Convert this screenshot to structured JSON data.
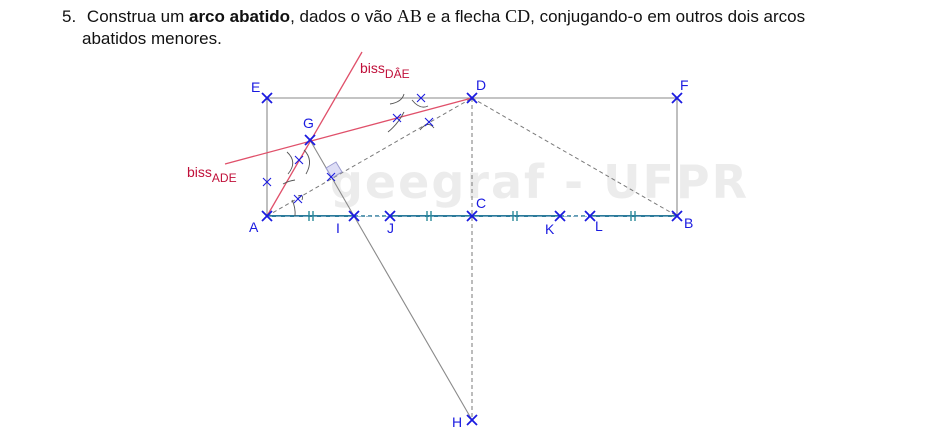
{
  "problem": {
    "number": "5.",
    "part1": "Construa um",
    "bold": "arco abatido",
    "part2": ", dados o vão",
    "ab": "AB",
    "part3": "e a flecha",
    "cd": "CD",
    "part4": ", conjugando-o em outros dois arcos",
    "line2": "abatidos menores."
  },
  "labels": {
    "A": "A",
    "B": "B",
    "C": "C",
    "D": "D",
    "E": "E",
    "F": "F",
    "G": "G",
    "H": "H",
    "I": "I",
    "J": "J",
    "K": "K",
    "L": "L"
  },
  "bisectors": {
    "dae_base": "biss",
    "dae_sub": "DÂE",
    "ade_base": "biss",
    "ade_sub": "ADE"
  },
  "watermark": "geegraf - UFPR",
  "colors": {
    "point": "#1a1ae0",
    "bisector": "#e0506a",
    "bisector_label": "#c0103a",
    "chord": "#2a7a9a",
    "construction": "#7a7a7a"
  }
}
